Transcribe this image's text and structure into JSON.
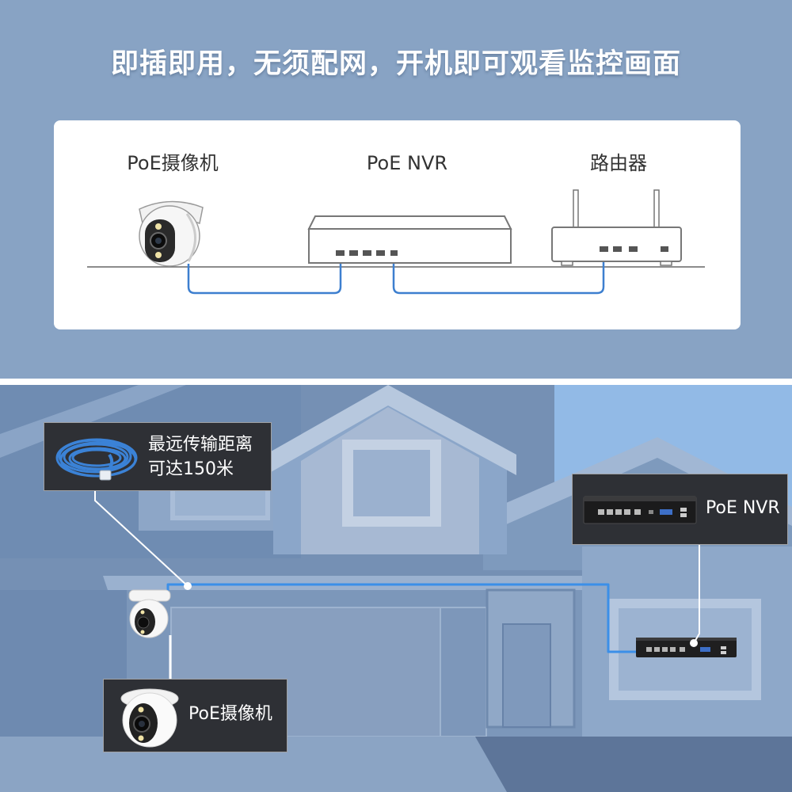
{
  "headline": "即插即用，无须配网，开机即可观看监控画面",
  "topology_card": {
    "camera_label": "PoE摄像机",
    "nvr_label": "PoE NVR",
    "router_label": "路由器"
  },
  "installation_scene": {
    "cable_callout": {
      "line1": "最远传输距离",
      "line2": "可达150米"
    },
    "nvr_callout": {
      "label": "PoE NVR"
    },
    "camera_callout": {
      "label": "PoE摄像机"
    }
  },
  "colors": {
    "page_background": "#88a3c4",
    "headline_text": "#ffffff",
    "card_background": "#ffffff",
    "label_text": "#333333",
    "divider": "#ffffff",
    "topology_cable": "#3d7fcf",
    "scene_cable": "#3b8fe8",
    "callout_background": "#2e3035",
    "callout_text": "#ffffff"
  }
}
